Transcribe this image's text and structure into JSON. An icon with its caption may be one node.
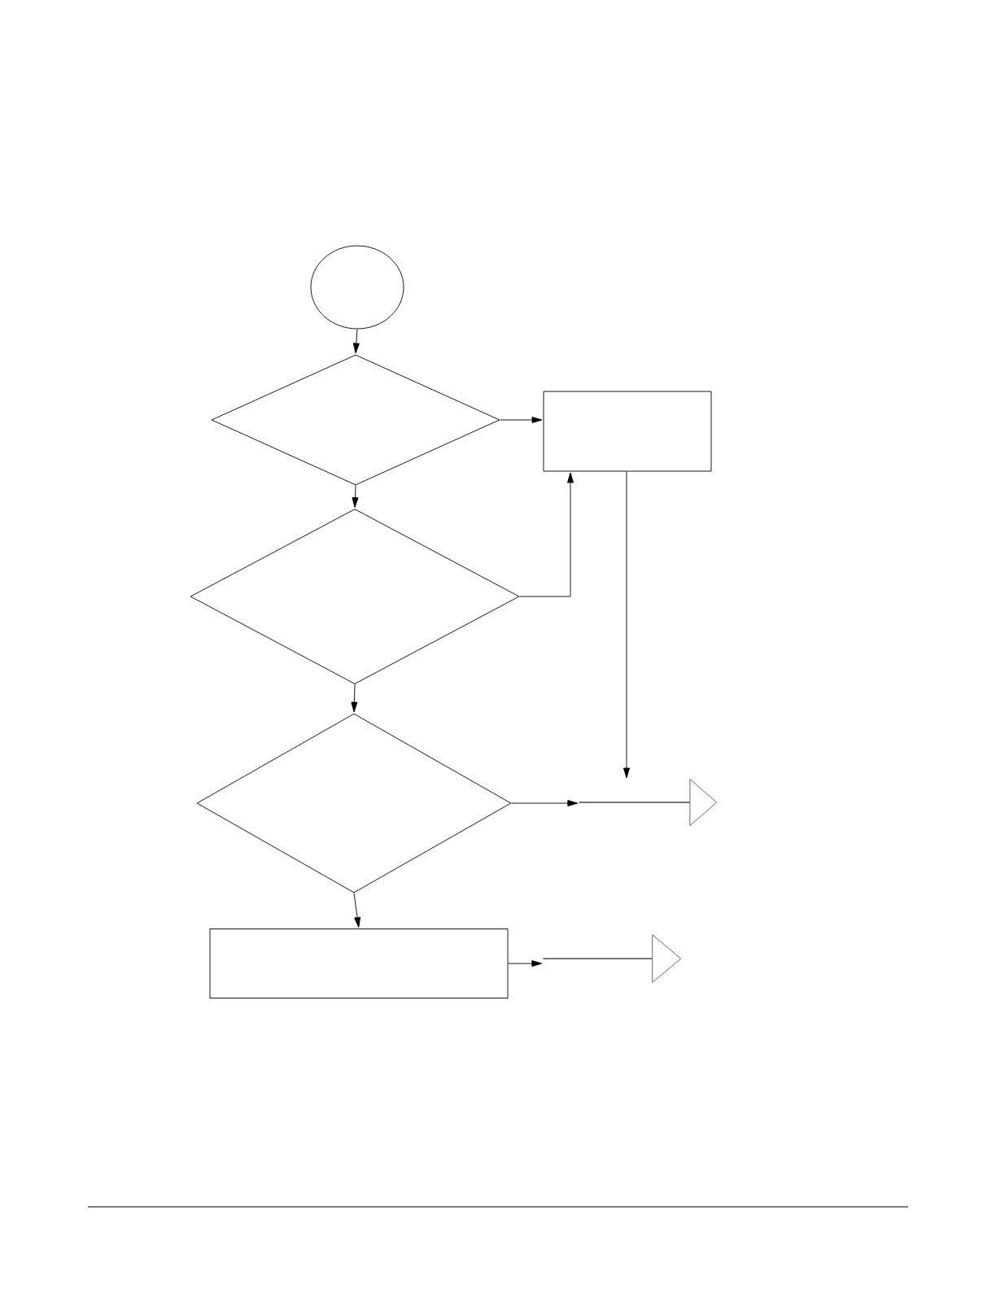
{
  "diagram": {
    "nodes": [
      {
        "text": [],
        "shape": "circle"
      },
      {
        "text": [],
        "shape": "diamond"
      },
      {
        "text": [],
        "shape": "box"
      },
      {
        "text": [],
        "shape": "diamond"
      },
      {
        "text": [],
        "shape": "diamond"
      },
      {
        "text": [],
        "shape": "arrow"
      },
      {
        "text": [],
        "shape": "box"
      },
      {
        "text": [],
        "shape": "arrow"
      }
    ],
    "edges": [
      {
        "from": 0,
        "to": 1,
        "arrow": "to"
      },
      {
        "from": 1,
        "to": 2,
        "arrow": "to"
      },
      {
        "from": 1,
        "to": 3,
        "arrow": "to"
      },
      {
        "from": 3,
        "to": 2,
        "arrow": "to"
      },
      {
        "from": 2,
        "to": 5,
        "arrow": "to"
      },
      {
        "from": 3,
        "to": 4,
        "arrow": "to"
      },
      {
        "from": 4,
        "to": 5,
        "arrow": "to"
      },
      {
        "from": 4,
        "to": 6,
        "arrow": "to"
      },
      {
        "from": 6,
        "to": 7,
        "arrow": "to"
      }
    ]
  }
}
